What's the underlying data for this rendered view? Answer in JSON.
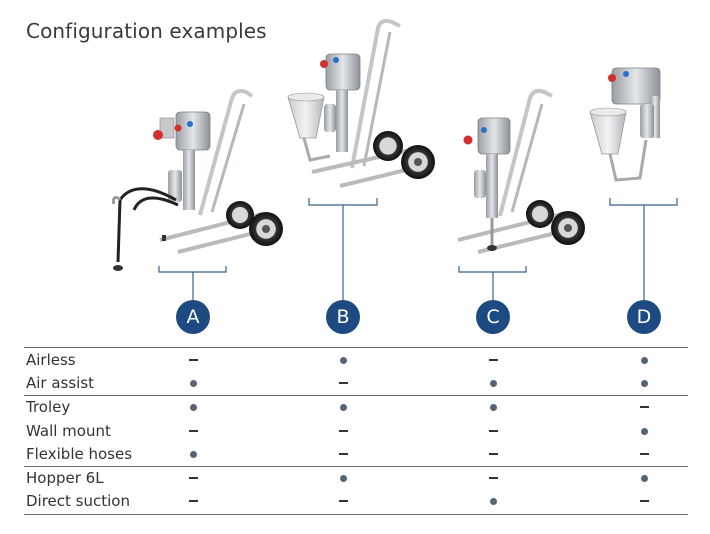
{
  "title": "Configuration examples",
  "columns": [
    {
      "label": "A"
    },
    {
      "label": "B"
    },
    {
      "label": "C"
    },
    {
      "label": "D"
    }
  ],
  "rows": [
    {
      "label": "Airless",
      "values": [
        "-",
        "o",
        "-",
        "o"
      ]
    },
    {
      "label": "Air assist",
      "values": [
        "o",
        "-",
        "o",
        "o"
      ]
    },
    {
      "label": "Troley",
      "values": [
        "o",
        "o",
        "o",
        "-"
      ]
    },
    {
      "label": "Wall mount",
      "values": [
        "-",
        "-",
        "-",
        "o"
      ]
    },
    {
      "label": "Flexible hoses",
      "values": [
        "o",
        "-",
        "-",
        "-"
      ]
    },
    {
      "label": "Hopper 6L",
      "values": [
        "-",
        "o",
        "-",
        "o"
      ]
    },
    {
      "label": "Direct suction",
      "values": [
        "-",
        "-",
        "o",
        "-"
      ]
    }
  ],
  "colors": {
    "accent": "#1d4a80",
    "dot": "#546474"
  }
}
